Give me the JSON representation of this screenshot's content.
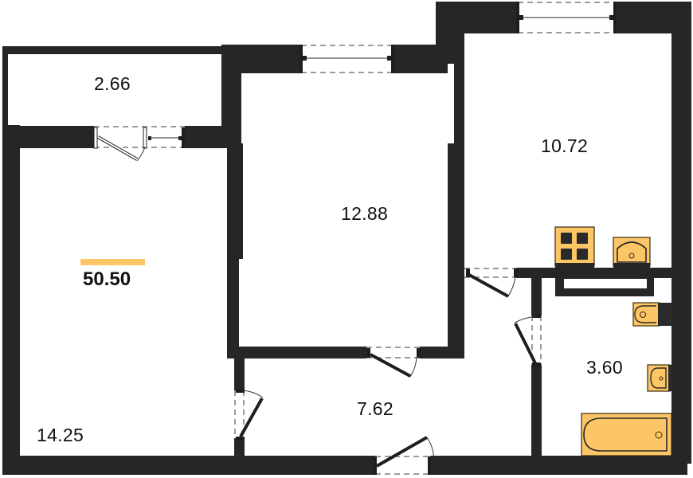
{
  "plan": {
    "total_area": "50.50",
    "accent_color": "#fcc566",
    "wall_color": "#262626"
  },
  "rooms": [
    {
      "id": "balcony",
      "area": "2.66"
    },
    {
      "id": "living-room",
      "area": "14.25"
    },
    {
      "id": "bedroom",
      "area": "12.88"
    },
    {
      "id": "kitchen",
      "area": "10.72"
    },
    {
      "id": "hallway",
      "area": "7.62"
    },
    {
      "id": "bathroom",
      "area": "3.60"
    }
  ],
  "icons": {
    "stove": "stove-icon",
    "kitchen_sink": "kitchen-sink-icon",
    "toilet": "toilet-icon",
    "washbasin": "washbasin-icon",
    "bathtub": "bathtub-icon"
  }
}
